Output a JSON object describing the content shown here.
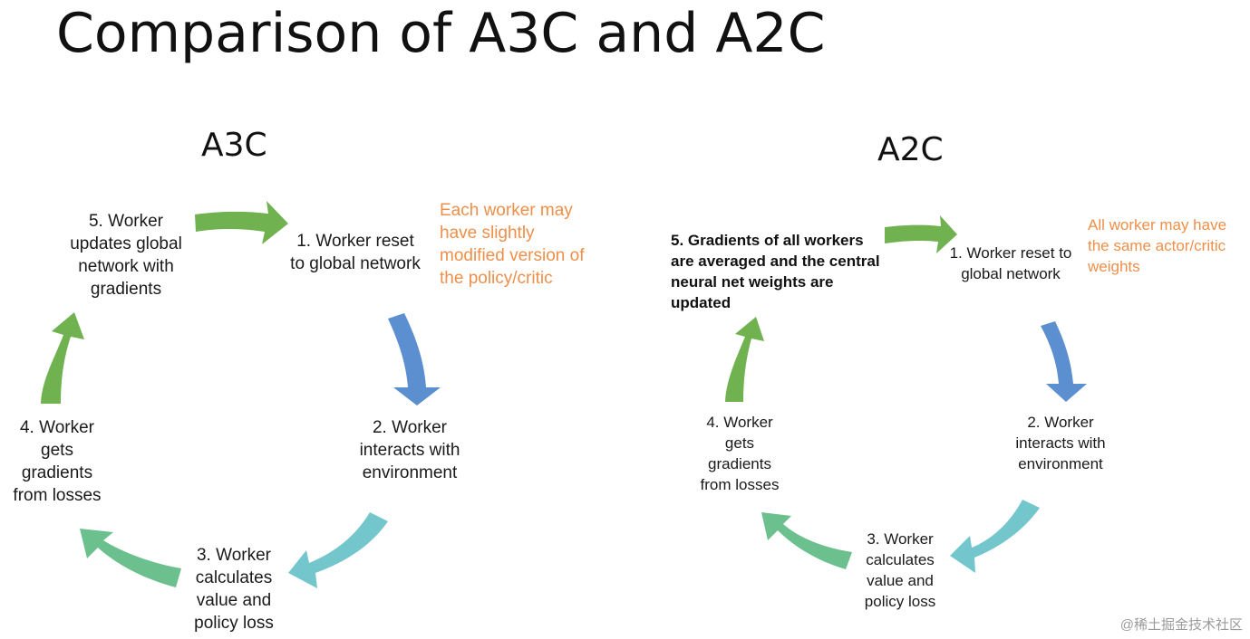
{
  "title": "Comparison of A3C and A2C",
  "a3c": {
    "heading": "A3C",
    "steps": {
      "s1": "1. Worker reset to global network",
      "s2": "2. Worker interacts with environment",
      "s3": "3. Worker calculates value and policy loss",
      "s4": "4. Worker gets gradients from losses",
      "s5": "5. Worker updates global network with gradients"
    },
    "note": "Each worker may have slightly modified version of the policy/critic"
  },
  "a2c": {
    "heading": "A2C",
    "steps": {
      "s1": "1. Worker reset to global network",
      "s2": "2. Worker interacts with environment",
      "s3": "3. Worker calculates value and policy loss",
      "s4": "4. Worker gets gradients from losses",
      "s5": "5. Gradients of all workers are averaged and the central neural net weights are updated"
    },
    "note": "All worker may have the same actor/critic weights"
  },
  "colors": {
    "green": "#6fb24f",
    "blue": "#5b8fd0",
    "teal": "#72c6cc",
    "mint": "#6cc08e",
    "note": "#ee8f4a"
  },
  "watermark": "@稀土掘金技术社区"
}
